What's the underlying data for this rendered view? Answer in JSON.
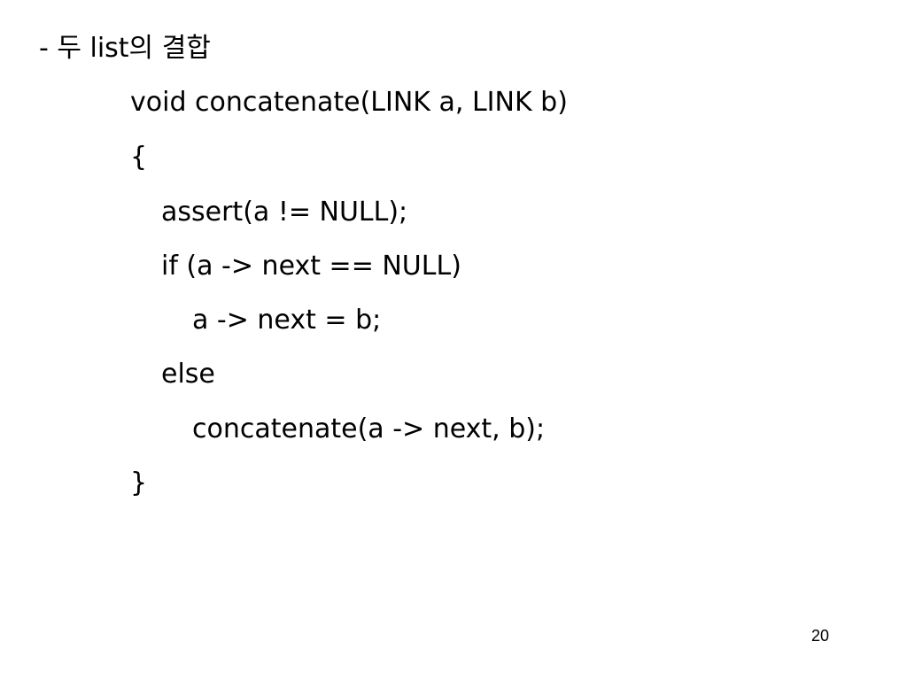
{
  "slide": {
    "heading": "- 두 list의 결합",
    "code_lines": [
      "void concatenate(LINK a, LINK b)",
      "{",
      "assert(a != NULL);",
      "if (a -> next == NULL)",
      "a -> next = b;",
      "else",
      "concatenate(a -> next, b);",
      "}"
    ],
    "page_number": "20"
  }
}
